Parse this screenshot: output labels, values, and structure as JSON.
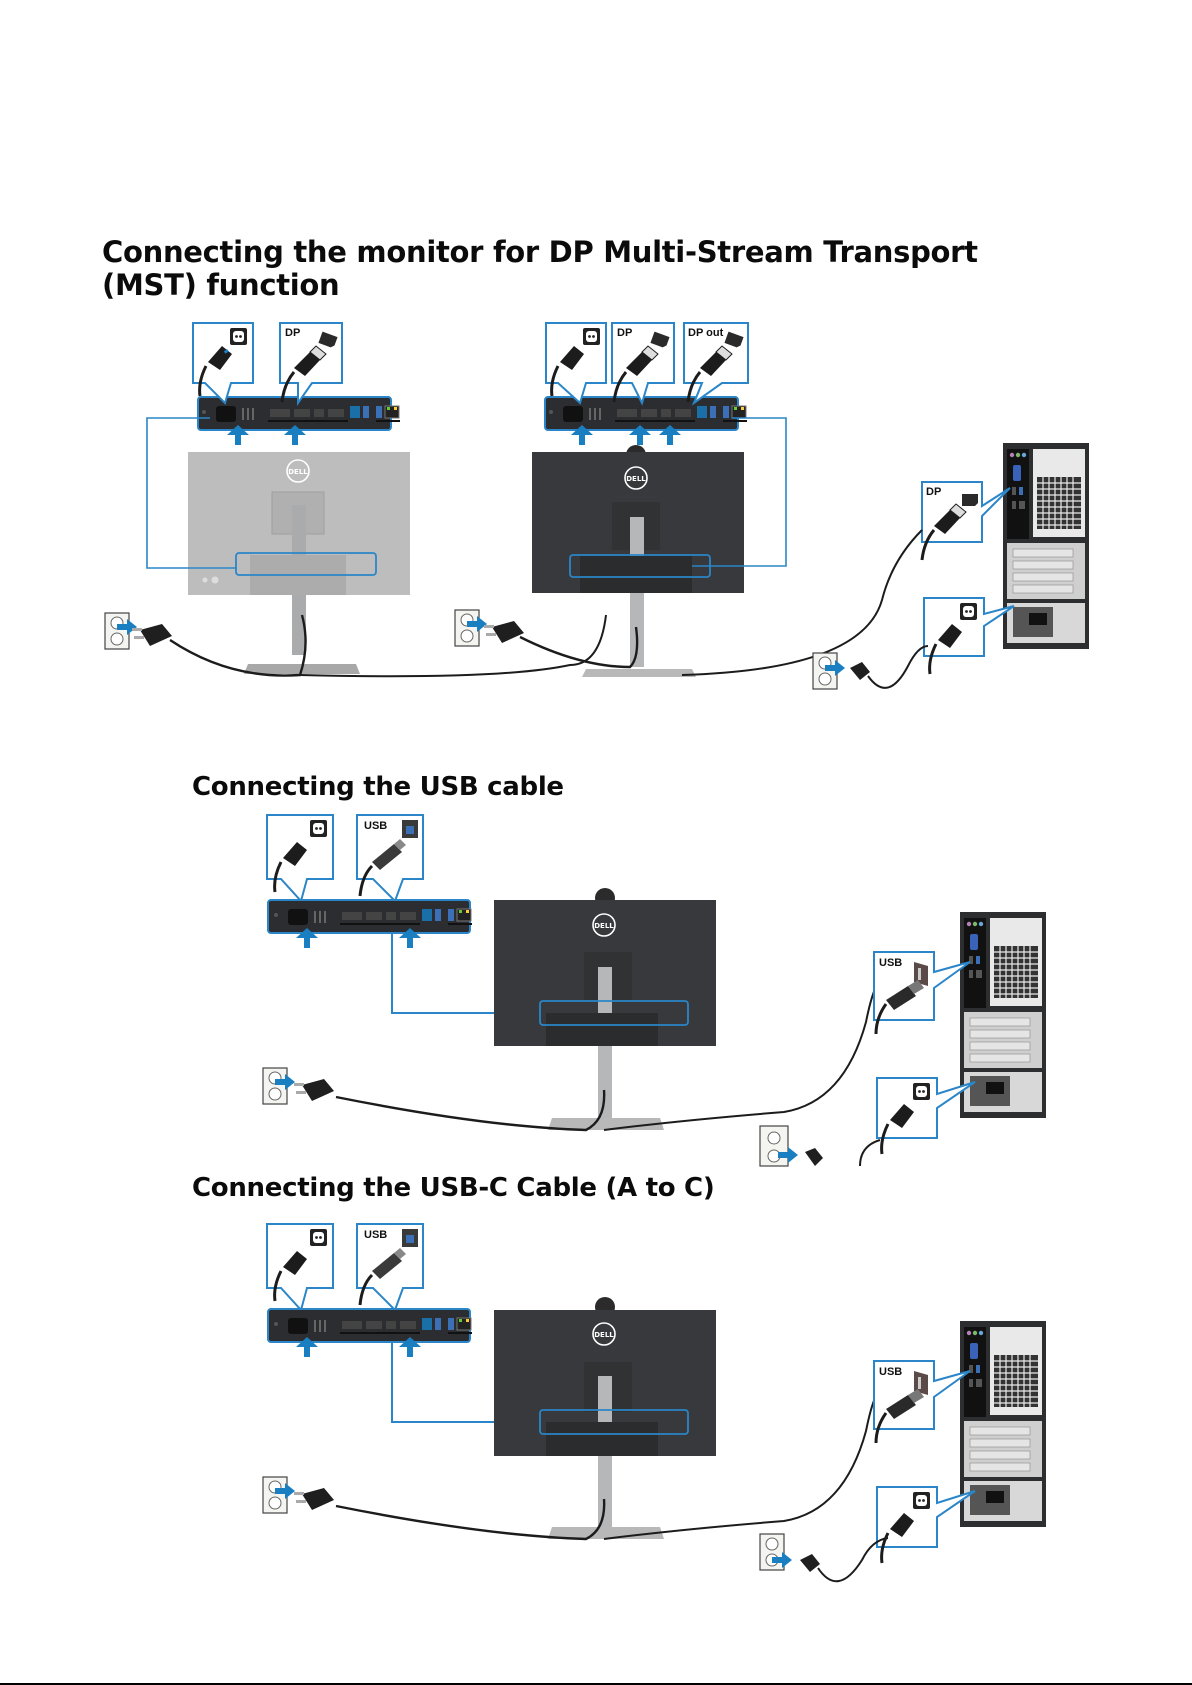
{
  "page": {
    "sections": [
      {
        "id": "mst",
        "heading": "Connecting the monitor for DP Multi-Stream Transport (MST) function",
        "monitors": [
          {
            "name": "first-monitor",
            "finish": "silver",
            "callouts": [
              {
                "icon": "power-socket-icon",
                "label": ""
              },
              {
                "icon": "displayport-icon",
                "label": "DP"
              }
            ]
          },
          {
            "name": "second-monitor",
            "finish": "black",
            "callouts": [
              {
                "icon": "power-socket-icon",
                "label": ""
              },
              {
                "icon": "displayport-icon",
                "label": "DP"
              },
              {
                "icon": "displayport-out-icon",
                "label": "DP out"
              }
            ]
          }
        ],
        "computer_callouts": [
          {
            "icon": "displayport-icon",
            "label": "DP"
          },
          {
            "icon": "power-socket-icon",
            "label": ""
          }
        ]
      },
      {
        "id": "usb",
        "heading": "Connecting the USB cable",
        "monitor_callouts": [
          {
            "icon": "power-socket-icon",
            "label": ""
          },
          {
            "icon": "usb-b-port-icon",
            "label": "USB"
          }
        ],
        "computer_callouts": [
          {
            "icon": "usb-a-port-icon",
            "label": "USB"
          },
          {
            "icon": "power-socket-icon",
            "label": ""
          }
        ]
      },
      {
        "id": "usbc",
        "heading": "Connecting the USB-C Cable (A to C)",
        "monitor_callouts": [
          {
            "icon": "power-socket-icon",
            "label": ""
          },
          {
            "icon": "usb-b-port-icon",
            "label": "USB"
          }
        ],
        "computer_callouts": [
          {
            "icon": "usb-a-port-icon",
            "label": "USB"
          },
          {
            "icon": "power-socket-icon",
            "label": ""
          }
        ]
      }
    ],
    "brand_logo": "DELL",
    "colors": {
      "accent_blue": "#1a7fc1",
      "callout_border": "#2a86c8",
      "panel_dark": "#2b2d30",
      "monitor_silver": "#b9b9b9",
      "monitor_black": "#37393c",
      "stand_silver": "#b5b7b9"
    }
  }
}
